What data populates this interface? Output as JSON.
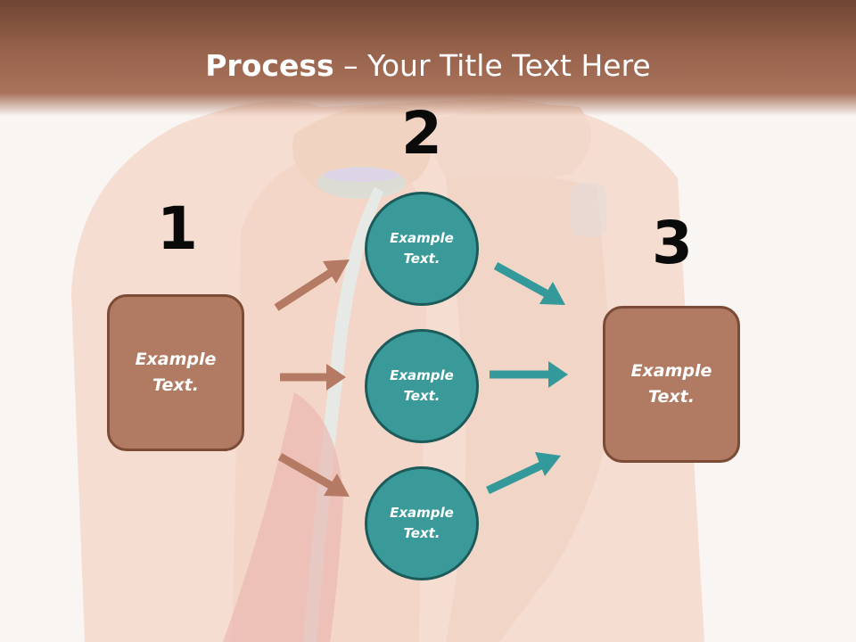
{
  "slide": {
    "title_bold": "Process",
    "title_rest": " – Your Title Text Here"
  },
  "steps": {
    "step1_number": "1",
    "step2_number": "2",
    "step3_number": "3"
  },
  "boxes": {
    "left_text": "Example Text.",
    "right_text": "Example Text."
  },
  "circles": [
    {
      "text": "Example Text."
    },
    {
      "text": "Example Text."
    },
    {
      "text": "Example Text."
    }
  ],
  "colors": {
    "header_dark": "#6f4533",
    "box_fill": "#b07a63",
    "box_border": "#7b4b37",
    "circle_fill": "#3a9a99",
    "circle_border": "#1d5a5a",
    "arrow_brown": "#b47a63",
    "arrow_teal": "#33999a"
  }
}
